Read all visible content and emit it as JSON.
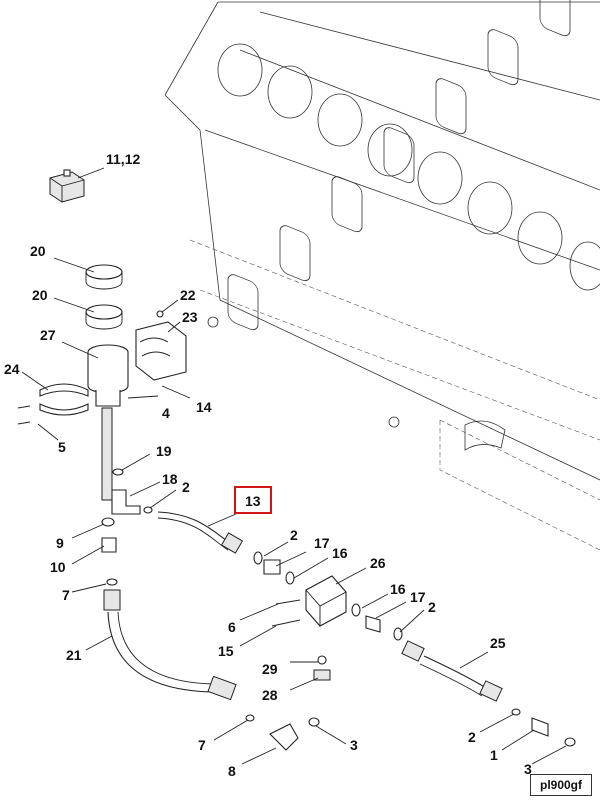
{
  "diagram": {
    "reference_code": "pl900gf",
    "highlighted_callout": "13",
    "highlight_color": "#d11414",
    "callouts": [
      {
        "id": "c-11-12",
        "text": "11,12"
      },
      {
        "id": "c-20a",
        "text": "20"
      },
      {
        "id": "c-20b",
        "text": "20"
      },
      {
        "id": "c-22",
        "text": "22"
      },
      {
        "id": "c-23",
        "text": "23"
      },
      {
        "id": "c-27",
        "text": "27"
      },
      {
        "id": "c-24",
        "text": "24"
      },
      {
        "id": "c-4",
        "text": "4"
      },
      {
        "id": "c-14",
        "text": "14"
      },
      {
        "id": "c-5",
        "text": "5"
      },
      {
        "id": "c-19",
        "text": "19"
      },
      {
        "id": "c-18",
        "text": "18"
      },
      {
        "id": "c-2a",
        "text": "2"
      },
      {
        "id": "c-13",
        "text": "13"
      },
      {
        "id": "c-9",
        "text": "9"
      },
      {
        "id": "c-10",
        "text": "10"
      },
      {
        "id": "c-7a",
        "text": "7"
      },
      {
        "id": "c-2b",
        "text": "2"
      },
      {
        "id": "c-17a",
        "text": "17"
      },
      {
        "id": "c-16a",
        "text": "16"
      },
      {
        "id": "c-26",
        "text": "26"
      },
      {
        "id": "c-16b",
        "text": "16"
      },
      {
        "id": "c-17b",
        "text": "17"
      },
      {
        "id": "c-2c",
        "text": "2"
      },
      {
        "id": "c-6",
        "text": "6"
      },
      {
        "id": "c-15",
        "text": "15"
      },
      {
        "id": "c-25",
        "text": "25"
      },
      {
        "id": "c-29",
        "text": "29"
      },
      {
        "id": "c-28",
        "text": "28"
      },
      {
        "id": "c-21",
        "text": "21"
      },
      {
        "id": "c-7b",
        "text": "7"
      },
      {
        "id": "c-3a",
        "text": "3"
      },
      {
        "id": "c-8",
        "text": "8"
      },
      {
        "id": "c-2d",
        "text": "2"
      },
      {
        "id": "c-1",
        "text": "1"
      },
      {
        "id": "c-3b",
        "text": "3"
      }
    ]
  }
}
